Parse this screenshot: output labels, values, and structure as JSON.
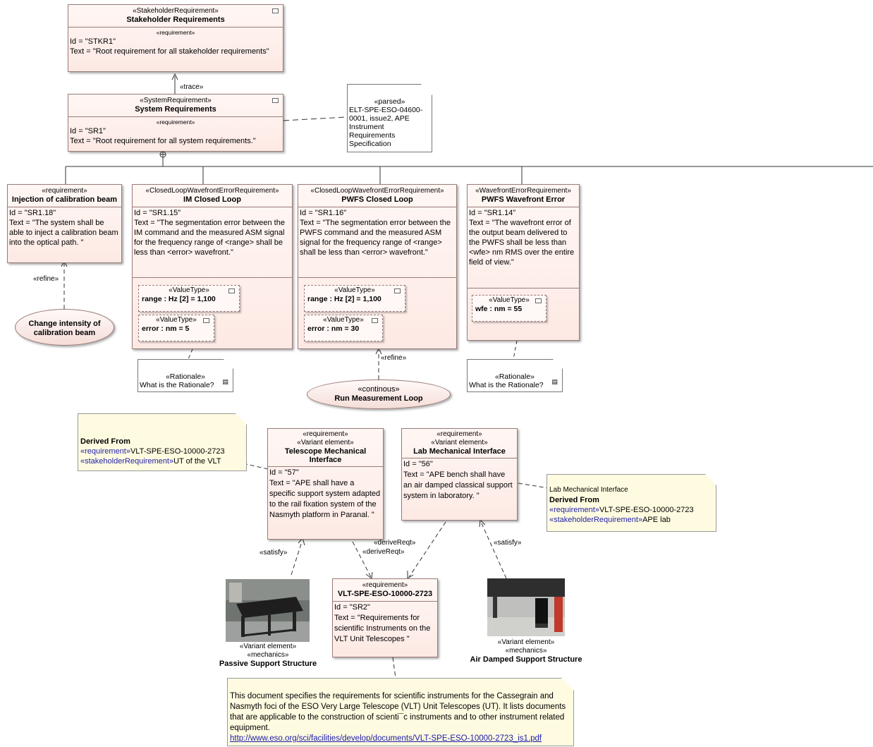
{
  "stkr": {
    "stereo": "«StakeholderRequirement»",
    "name": "Stakeholder Requirements",
    "comp": "«requirement»",
    "id": "Id = \"STKR1\"",
    "text": "Text = \"Root requirement for all stakeholder requirements\""
  },
  "sr1": {
    "stereo": "«SystemRequirement»",
    "name": "System Requirements",
    "comp": "«requirement»",
    "id": "Id = \"SR1\"",
    "text": "Text = \"Root requirement for all system requirements.\""
  },
  "trace_label": "«trace»",
  "parsed_note": {
    "stereo": "«parsed»",
    "text": "ELT-SPE-ESO-04600-0001, issue2, APE Instrument Requirements Specification"
  },
  "sr118": {
    "stereo": "«requirement»",
    "name": "Injection of calibration beam",
    "id": "Id = \"SR1.18\"",
    "text": "Text = \"The system shall be able to inject a calibration beam into the optical path. \""
  },
  "sr115": {
    "stereo": "«ClosedLoopWavefrontErrorRequirement»",
    "name": "IM Closed Loop",
    "id": "Id = \"SR1.15\"",
    "text": "Text = \"The segmentation error between the IM command and the measured ASM signal for the frequency range of <range> shall be less than <error> wavefront.\"",
    "vt1": {
      "stereo": "«ValueType»",
      "value": "range : Hz [2] = 1,100"
    },
    "vt2": {
      "stereo": "«ValueType»",
      "value": "error : nm = 5"
    }
  },
  "sr116": {
    "stereo": "«ClosedLoopWavefrontErrorRequirement»",
    "name": "PWFS Closed Loop",
    "id": "Id = \"SR1.16\"",
    "text": "Text = \"The segmentation error between the PWFS command and the measured ASM signal for the frequency range of <range> shall be less than <error> wavefront.\"",
    "vt1": {
      "stereo": "«ValueType»",
      "value": "range : Hz [2] = 1,100"
    },
    "vt2": {
      "stereo": "«ValueType»",
      "value": "error : nm = 30"
    }
  },
  "sr114": {
    "stereo": "«WavefrontErrorRequirement»",
    "name": "PWFS Wavefront Error",
    "id": "Id = \"SR1.14\"",
    "text": "Text = \"The wavefront error of the output beam delivered to the PWFS shall be less than <wfe> nm RMS over the entire field of view.\"",
    "vt1": {
      "stereo": "«ValueType»",
      "value": "wfe : nm = 55"
    }
  },
  "refine_label": "«refine»",
  "change_intensity": "Change intensity of calibration beam",
  "rationale1": {
    "stereo": "«Rationale»",
    "text": "What is the Rationale?"
  },
  "rationale2": {
    "stereo": "«Rationale»",
    "text": "What is the Rationale?"
  },
  "run_loop": {
    "stereo": "«continous»",
    "name": "Run Measurement Loop"
  },
  "derived1": {
    "title": "Derived From",
    "l1s": "«requirement»",
    "l1": "VLT-SPE-ESO-10000-2723",
    "l2s": "«stakeholderRequirement»",
    "l2": "UT of the VLT"
  },
  "tmi": {
    "stereo1": "«requirement»",
    "stereo2": "«Variant element»",
    "name": "Telescope Mechanical Interface",
    "id": "Id = \"57\"",
    "text": "Text = \"APE shall have a specific support system adapted to the rail fixation system of the Nasmyth platform in Paranal. \""
  },
  "lmi": {
    "stereo1": "«requirement»",
    "stereo2": "«Variant element»",
    "name": "Lab Mechanical Interface",
    "id": "Id = \"56\"",
    "text": "Text = \"APE bench shall have an air damped classical support system in laboratory. \""
  },
  "derived2": {
    "head": "Lab Mechanical Interface",
    "title": "Derived From",
    "l1s": "«requirement»",
    "l1": "VLT-SPE-ESO-10000-2723",
    "l2s": "«stakeholderRequirement»",
    "l2": "APE lab"
  },
  "satisfy_label": "«satisfy»",
  "derive_label": "«deriveReqt»",
  "sr2": {
    "stereo": "«requirement»",
    "name": "VLT-SPE-ESO-10000-2723",
    "id": "Id = \"SR2\"",
    "text": "Text = \"Requirements for scientific Instruments on the VLT Unit Telescopes \""
  },
  "passive": {
    "s1": "«Variant element»",
    "s2": "«mechanics»",
    "name": "Passive Support Structure"
  },
  "airdamped": {
    "s1": "«Variant element»",
    "s2": "«mechanics»",
    "name": "Air Damped Support Structure"
  },
  "bottom_note": {
    "text": "This document specifies the requirements for scientific instruments for the Cassegrain and Nasmyth foci of the ESO Very Large Telescope (VLT) Unit Telescopes (UT). It lists documents that are applicable to the construction of scienti¯c instruments and to other instrument related equipment.",
    "link": "http://www.eso.org/sci/facilities/develop/documents/VLT-SPE-ESO-10000-2723_is1.pdf"
  }
}
